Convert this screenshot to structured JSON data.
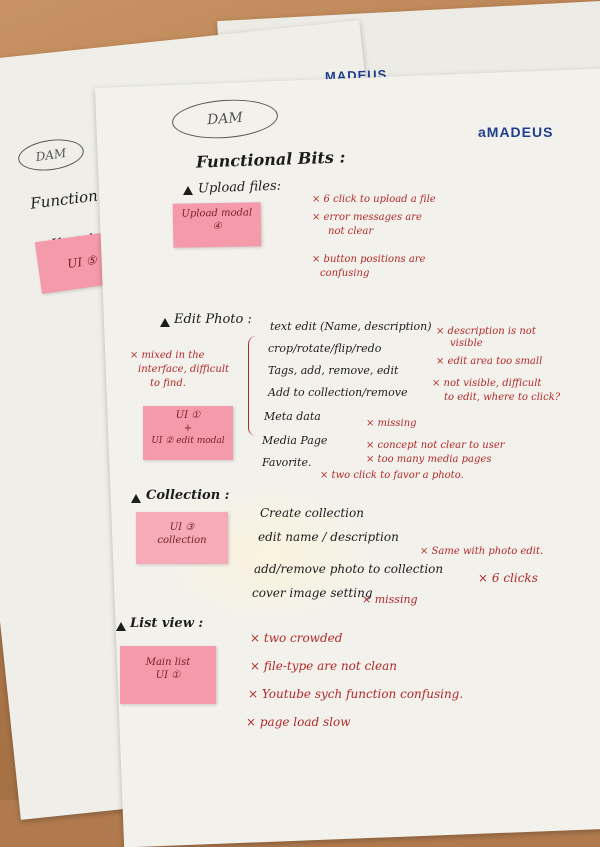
{
  "scene": {
    "back_paper": {
      "dam_label": "DAM",
      "heading": "Function bits :",
      "item": "Youtube",
      "sticky": "UI ⑤",
      "logo": "MADEUS"
    },
    "front_paper": {
      "logo": "aMADEUS",
      "dam_label": "DAM",
      "title": "Functional Bits :",
      "sections": {
        "upload": {
          "heading": "Upload files:",
          "sticky_lines": [
            "Upload modal",
            "④"
          ],
          "issues": [
            "× 6 click to upload a file",
            "× error messages are",
            "not clear",
            "× button positions are",
            "confusing"
          ]
        },
        "edit": {
          "heading": "Edit Photo :",
          "side_note": [
            "× mixed in the",
            "interface, difficult",
            "to find."
          ],
          "sticky_lines": [
            "UI ①",
            "+",
            "UI ② edit modal"
          ],
          "items": [
            "text edit (Name, description)",
            "crop/rotate/flip/redo",
            "Tags, add, remove, edit",
            "Add to collection/remove",
            "Meta data",
            "Media Page",
            "Favorite."
          ],
          "issues": [
            "× description is not",
            "visible",
            "× edit area too small",
            "× not visible, difficult",
            "to edit, where to click?",
            "× missing",
            "× concept not clear to user",
            "× too many media pages",
            "× two click to favor a photo."
          ]
        },
        "collection": {
          "heading": "Collection :",
          "sticky_lines": [
            "UI ③",
            "collection"
          ],
          "items": [
            "Create collection",
            "edit name / description",
            "add/remove photo to collection",
            "cover image setting"
          ],
          "issues": [
            "× Same with photo edit.",
            "× 6 clicks",
            "× missing"
          ]
        },
        "list": {
          "heading": "List view :",
          "sticky_lines": [
            "Main list",
            "UI ①"
          ],
          "issues": [
            "× two crowded",
            "× file-type are not clean",
            "× Youtube sych function confusing.",
            "× page load slow"
          ]
        }
      }
    }
  }
}
